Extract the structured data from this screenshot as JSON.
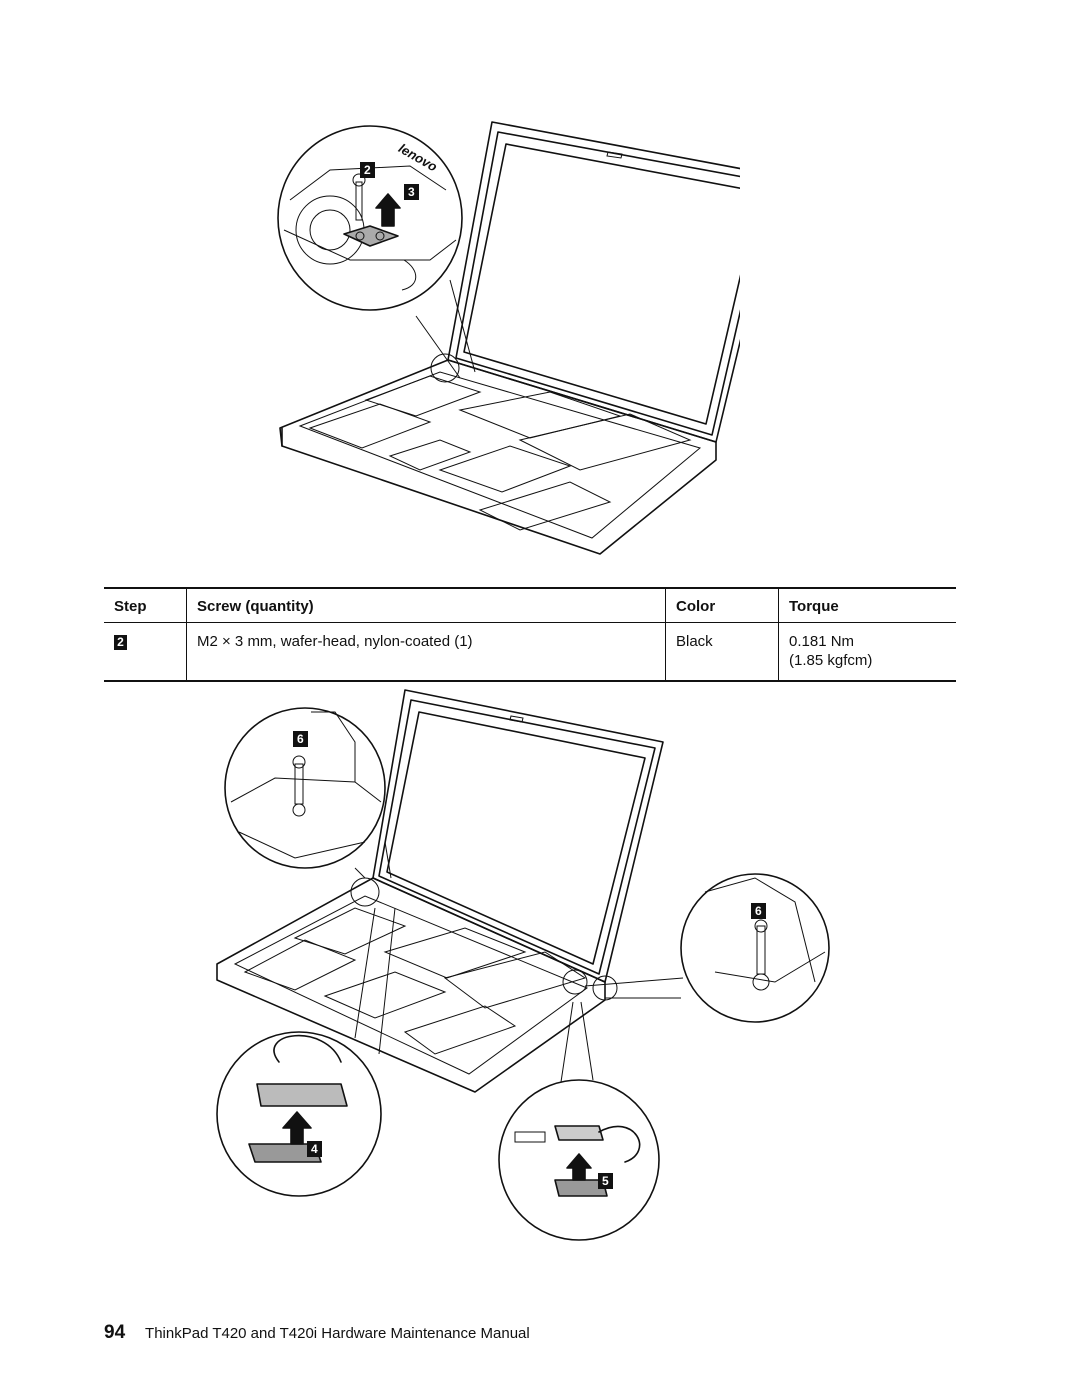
{
  "figure_top": {
    "callouts": [
      "2",
      "3"
    ],
    "logo_text": "lenovo"
  },
  "table": {
    "headers": {
      "step": "Step",
      "screw": "Screw (quantity)",
      "color": "Color",
      "torque": "Torque"
    },
    "rows": [
      {
        "step": "2",
        "screw": "M2 × 3 mm, wafer-head, nylon-coated (1)",
        "color": "Black",
        "torque_nm": "0.181 Nm",
        "torque_kgfcm": "(1.85 kgfcm)"
      }
    ]
  },
  "figure_bottom": {
    "callouts": [
      "6",
      "6",
      "4",
      "5"
    ]
  },
  "footer": {
    "page_number": "94",
    "title": "ThinkPad T420 and T420i Hardware Maintenance Manual"
  }
}
